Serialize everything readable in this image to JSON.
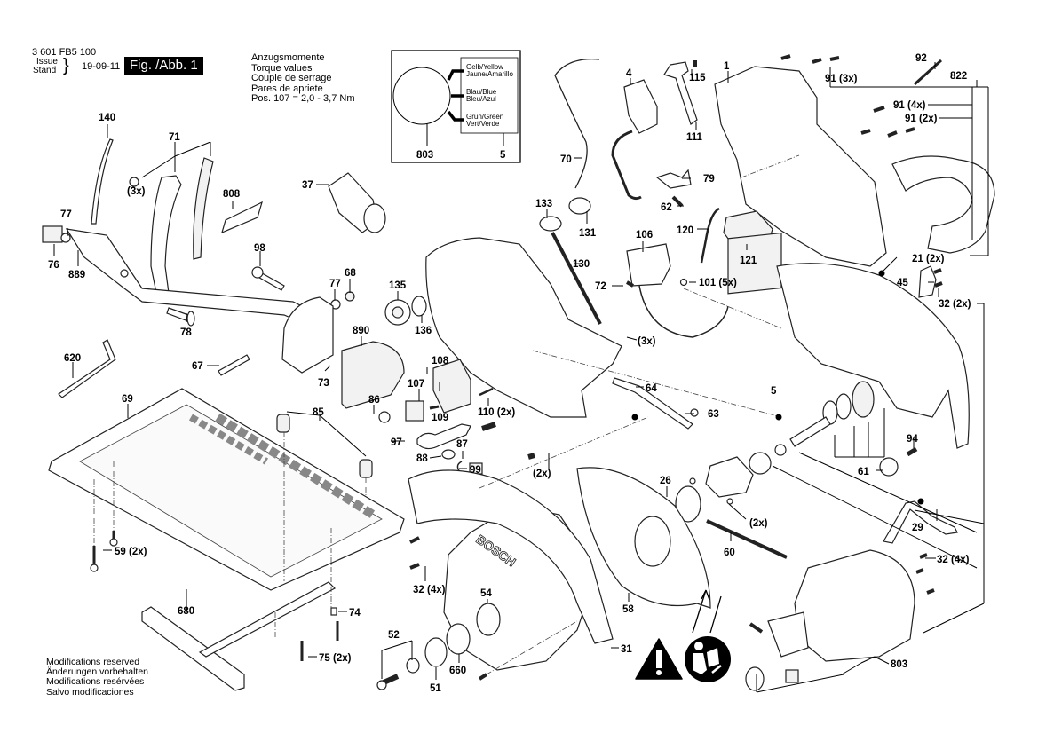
{
  "header": {
    "part_number": "3 601 FB5 100",
    "issue_label": "Issue",
    "stand_label": "Stand",
    "date": "19-09-11",
    "figure_label": "Fig. /Abb. 1"
  },
  "torque_note": {
    "lines": [
      "Anzugsmomente",
      "Torque values",
      "Couple de serrage",
      "Pares de apriete",
      "Pos. 107 =  2,0 - 3,7 Nm"
    ]
  },
  "wiring_inset": {
    "wires": [
      {
        "line1": "Gelb/Yellow",
        "line2": "Jaune/Amarillo"
      },
      {
        "line1": "Blau/Blue",
        "line2": "Bleu/Azul"
      },
      {
        "line1": "Grün/Green",
        "line2": "Vert/Verde"
      }
    ],
    "left_part": "803",
    "right_part": "5"
  },
  "footer": {
    "lines": [
      "Modifications reserved",
      "Änderungen vorbehalten",
      "Modifications resérvées",
      "Salvo modificaciones"
    ]
  },
  "labels": [
    {
      "id": "p140",
      "text": "140"
    },
    {
      "id": "p71",
      "text": "71"
    },
    {
      "id": "p3x_a",
      "text": "(3x)"
    },
    {
      "id": "p808",
      "text": "808"
    },
    {
      "id": "p77a",
      "text": "77"
    },
    {
      "id": "p76",
      "text": "76"
    },
    {
      "id": "p889",
      "text": "889"
    },
    {
      "id": "p98",
      "text": "98"
    },
    {
      "id": "p77b",
      "text": "77"
    },
    {
      "id": "p68",
      "text": "68"
    },
    {
      "id": "p78",
      "text": "78"
    },
    {
      "id": "p37",
      "text": "37"
    },
    {
      "id": "p135",
      "text": "135"
    },
    {
      "id": "p136",
      "text": "136"
    },
    {
      "id": "p890",
      "text": "890"
    },
    {
      "id": "p620",
      "text": "620"
    },
    {
      "id": "p67",
      "text": "67"
    },
    {
      "id": "p73",
      "text": "73"
    },
    {
      "id": "p69",
      "text": "69"
    },
    {
      "id": "p85",
      "text": "85"
    },
    {
      "id": "p86",
      "text": "86"
    },
    {
      "id": "p97",
      "text": "97"
    },
    {
      "id": "p88",
      "text": "88"
    },
    {
      "id": "p87",
      "text": "87"
    },
    {
      "id": "p99",
      "text": "99"
    },
    {
      "id": "p107",
      "text": "107"
    },
    {
      "id": "p108",
      "text": "108"
    },
    {
      "id": "p109",
      "text": "109"
    },
    {
      "id": "p110",
      "text": "110 (2x)"
    },
    {
      "id": "p59",
      "text": "59 (2x)"
    },
    {
      "id": "p680",
      "text": "680"
    },
    {
      "id": "p74",
      "text": "74"
    },
    {
      "id": "p75",
      "text": "75 (2x)"
    },
    {
      "id": "p52",
      "text": "52"
    },
    {
      "id": "p51",
      "text": "51"
    },
    {
      "id": "p660",
      "text": "660"
    },
    {
      "id": "p54",
      "text": "54"
    },
    {
      "id": "p31",
      "text": "31"
    },
    {
      "id": "p32a",
      "text": "32 (4x)"
    },
    {
      "id": "p2x_a",
      "text": "(2x)"
    },
    {
      "id": "p58",
      "text": "58"
    },
    {
      "id": "p60",
      "text": "60"
    },
    {
      "id": "p26",
      "text": "26"
    },
    {
      "id": "p2x_b",
      "text": "(2x)"
    },
    {
      "id": "p64",
      "text": "64"
    },
    {
      "id": "p63",
      "text": "63"
    },
    {
      "id": "p3x_b",
      "text": "(3x)"
    },
    {
      "id": "p133",
      "text": "133"
    },
    {
      "id": "p131",
      "text": "131"
    },
    {
      "id": "p130",
      "text": "130"
    },
    {
      "id": "p72",
      "text": "72"
    },
    {
      "id": "p106",
      "text": "106"
    },
    {
      "id": "p101",
      "text": "101 (5x)"
    },
    {
      "id": "p120",
      "text": "120"
    },
    {
      "id": "p121",
      "text": "121"
    },
    {
      "id": "p62",
      "text": "62"
    },
    {
      "id": "p79",
      "text": "79"
    },
    {
      "id": "p70",
      "text": "70"
    },
    {
      "id": "p4",
      "text": "4"
    },
    {
      "id": "p111",
      "text": "111"
    },
    {
      "id": "p115",
      "text": "115"
    },
    {
      "id": "p1",
      "text": "1"
    },
    {
      "id": "p91a",
      "text": "91 (3x)"
    },
    {
      "id": "p92",
      "text": "92"
    },
    {
      "id": "p822",
      "text": "822"
    },
    {
      "id": "p91b",
      "text": "91 (4x)"
    },
    {
      "id": "p91c",
      "text": "91 (2x)"
    },
    {
      "id": "p21",
      "text": "21 (2x)"
    },
    {
      "id": "p45",
      "text": "45"
    },
    {
      "id": "p32b",
      "text": "32 (2x)"
    },
    {
      "id": "p5",
      "text": "5"
    },
    {
      "id": "p94",
      "text": "94"
    },
    {
      "id": "p61",
      "text": "61"
    },
    {
      "id": "p29",
      "text": "29"
    },
    {
      "id": "p32c",
      "text": "32 (4x)"
    },
    {
      "id": "p803",
      "text": "803"
    }
  ],
  "blade_brand": "BOSCH",
  "icons": [
    "warning-triangle-icon",
    "read-manual-icon"
  ]
}
